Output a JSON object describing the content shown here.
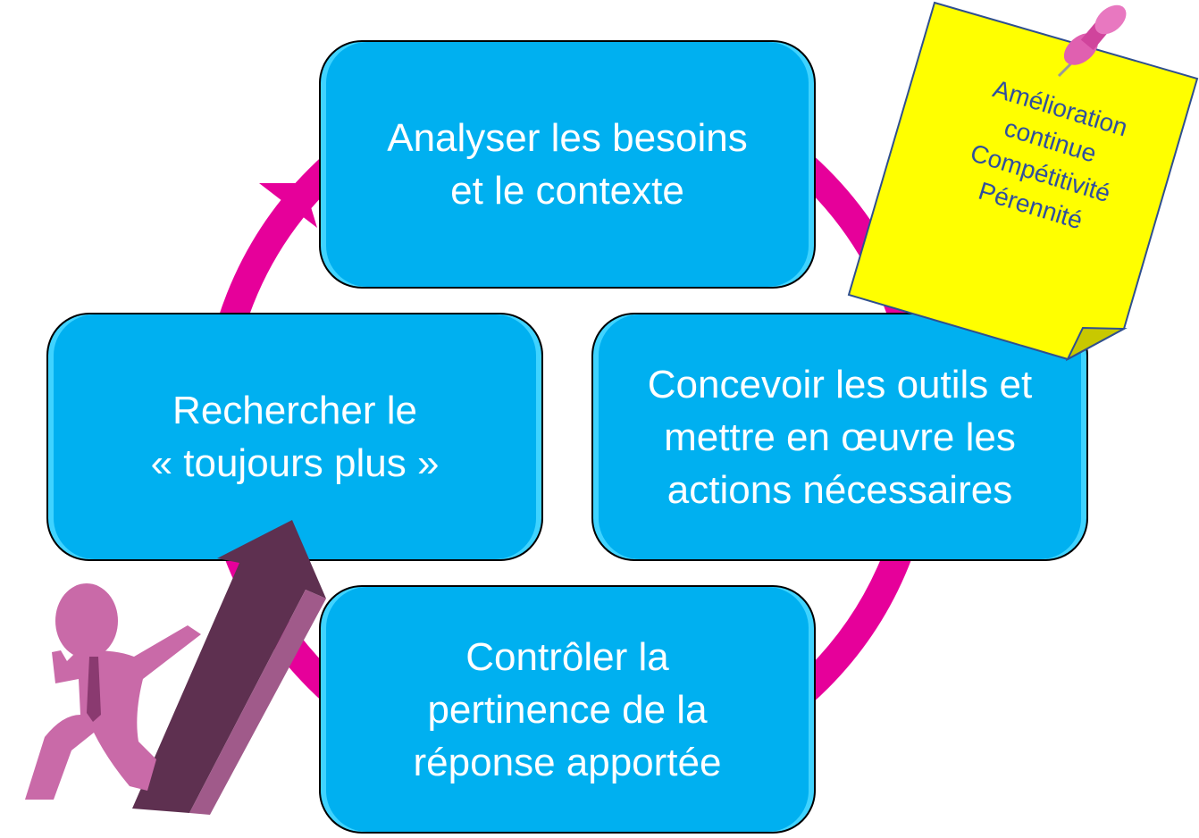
{
  "cycle": {
    "steps": [
      {
        "label": "Analyser les besoins\net le contexte"
      },
      {
        "label": "Concevoir les outils et\nmettre en œuvre les\nactions nécessaires"
      },
      {
        "label": "Contrôler la\npertinence de la\nréponse apportée"
      },
      {
        "label": "Rechercher le\n« toujours plus »"
      }
    ],
    "ring_color": "#e6009a",
    "box_color": "#00b0f0"
  },
  "sticky_note": {
    "text": "Amélioration\ncontinue\nCompétitivité\nPérennité",
    "color": "#ffff00",
    "icons": [
      "pushpin-icon"
    ]
  },
  "illustration": {
    "icons": [
      "person-figure-icon",
      "rising-arrow-icon"
    ]
  }
}
